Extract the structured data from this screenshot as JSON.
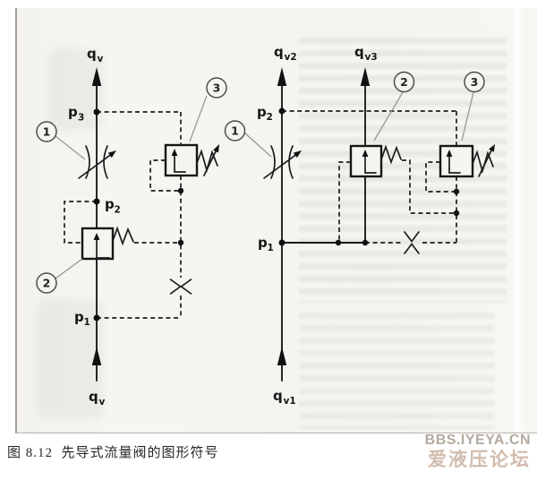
{
  "caption": {
    "text": "图 8.12  先导式流量阀的图形符号"
  },
  "watermark": {
    "line1": "BBS.IYEYA.CN",
    "line2": "爱液压论坛"
  },
  "left_diagram": {
    "flow_top": {
      "base": "q",
      "sub": "v"
    },
    "port_top": {
      "base": "p",
      "sub": "3"
    },
    "port_mid": {
      "base": "p",
      "sub": "2"
    },
    "port_bottom": {
      "base": "p",
      "sub": "1"
    },
    "flow_bottom": {
      "base": "q",
      "sub": "v"
    },
    "callouts": {
      "throttle": "1",
      "compensator": "2",
      "pilot_valve": "3"
    }
  },
  "right_diagram": {
    "flow_top_left": {
      "base": "q",
      "sub": "v2"
    },
    "flow_top_right": {
      "base": "q",
      "sub": "v3"
    },
    "port_top": {
      "base": "p",
      "sub": "2"
    },
    "port_bottom": {
      "base": "p",
      "sub": "1"
    },
    "flow_bottom": {
      "base": "q",
      "sub": "v1"
    },
    "callouts": {
      "throttle": "1",
      "valve2": "2",
      "valve3": "3"
    }
  },
  "colors": {
    "line": "#1c1c1c",
    "scan_background": "#f5f4f1",
    "caption_text": "#262626",
    "watermark_line1": "#b3aa9e",
    "watermark_line2": "#d2bcae"
  }
}
